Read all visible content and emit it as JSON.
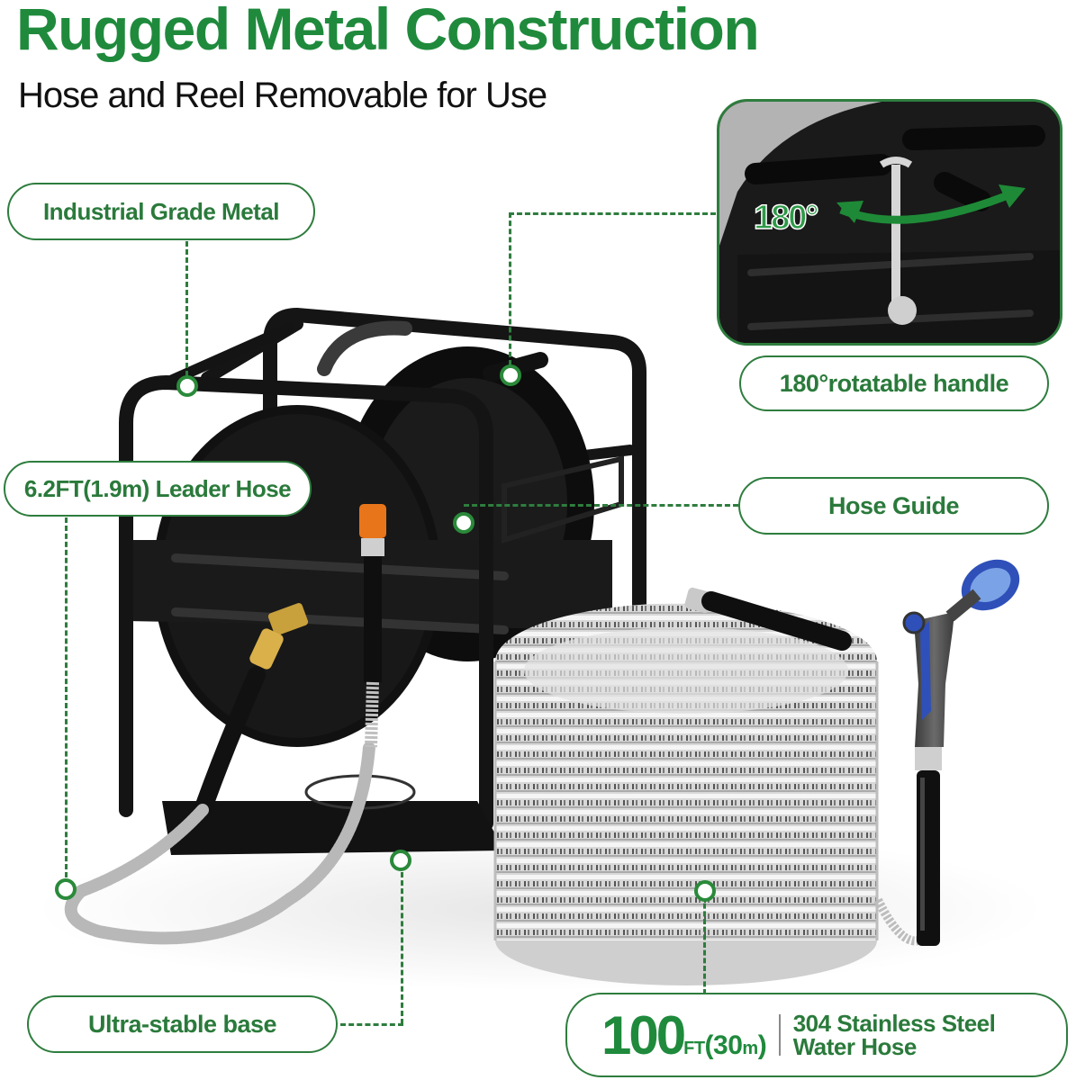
{
  "header": {
    "title": "Rugged Metal Construction",
    "subtitle": "Hose and Reel Removable for Use"
  },
  "callouts": {
    "industrial_metal": "Industrial Grade Metal",
    "leader_hose": "6.2FT(1.9m) Leader Hose",
    "rotatable_handle": "180°rotatable handle",
    "hose_guide": "Hose Guide",
    "stable_base": "Ultra-stable base"
  },
  "inset": {
    "rotation_label": "180°"
  },
  "hose_spec": {
    "length_number": "100",
    "length_unit": "FT",
    "metric_open": "(",
    "metric_number": "30",
    "metric_unit": "m",
    "metric_close": ")",
    "material_line1": "304 Stainless Steel",
    "material_line2": "Water Hose"
  },
  "colors": {
    "brand_green": "#1f8a3c",
    "outline_green": "#2e7d3e",
    "reel_black": "#141414",
    "hose_steel": "#c8c8c8",
    "connector_orange": "#e8751a",
    "nozzle_blue": "#2f50b8"
  }
}
